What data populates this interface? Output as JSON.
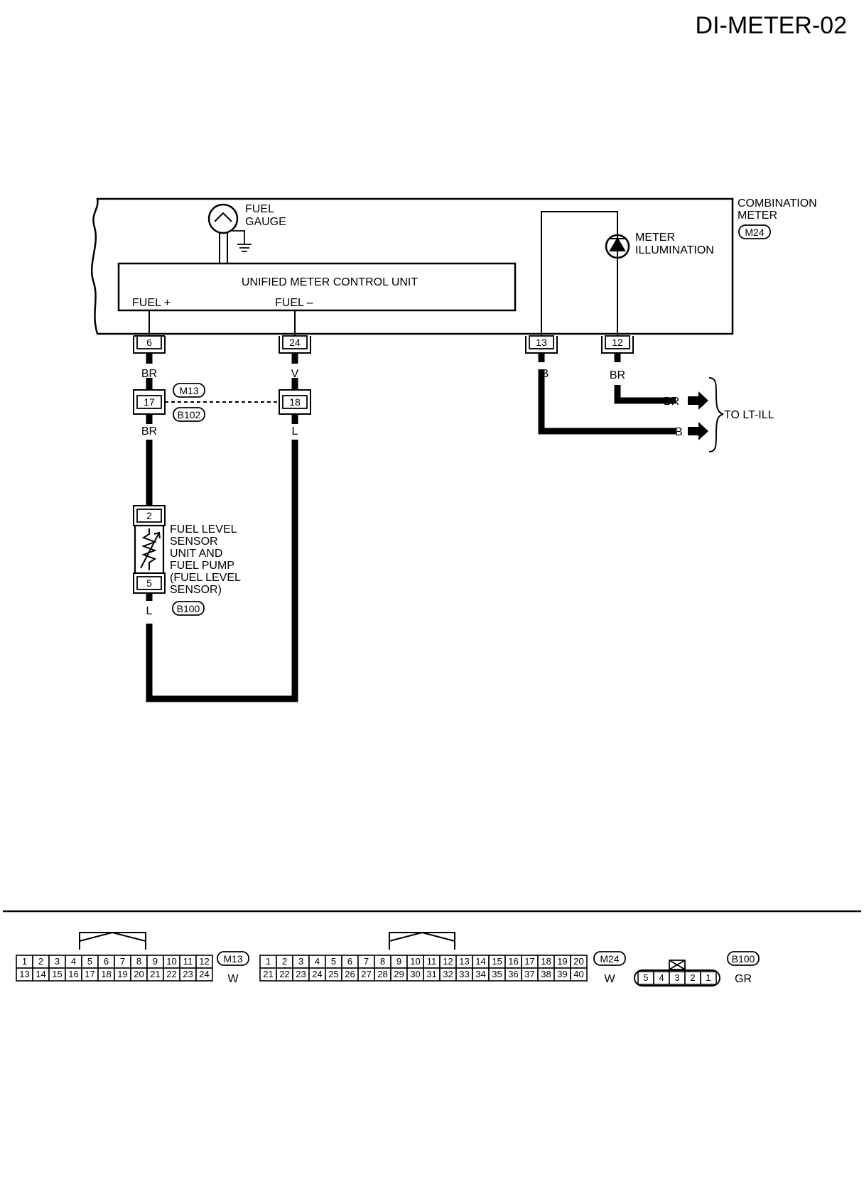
{
  "page_code": "DI-METER-02",
  "combination_meter": {
    "label_line1": "COMBINATION",
    "label_line2": "METER",
    "connector": "M24"
  },
  "fuel_gauge": {
    "line1": "FUEL",
    "line2": "GAUGE"
  },
  "meter_illumination": {
    "line1": "METER",
    "line2": "ILLUMINATION"
  },
  "control_unit": {
    "title": "UNIFIED METER CONTROL UNIT",
    "fuel_plus": "FUEL +",
    "fuel_minus": "FUEL –"
  },
  "terminals": {
    "t6": "6",
    "t24": "24",
    "t13": "13",
    "t12": "12",
    "t17": "17",
    "t18": "18",
    "t2": "2",
    "t5": "5"
  },
  "wires": {
    "w6": "BR",
    "w24": "V",
    "w13": "B",
    "w12": "BR",
    "w17": "BR",
    "w18": "L",
    "w5": "L",
    "out_br": "BR",
    "out_b": "B"
  },
  "inline_connector": {
    "top": "M13",
    "bottom": "B102"
  },
  "sensor": {
    "line1": "FUEL LEVEL",
    "line2": "SENSOR",
    "line3": "UNIT AND",
    "line4": "FUEL PUMP",
    "line5": "(FUEL LEVEL",
    "line6": "SENSOR)",
    "connector": "B100"
  },
  "destination": "TO LT-ILL",
  "connectors": {
    "m13": {
      "id": "M13",
      "color": "W",
      "row1": [
        "1",
        "2",
        "3",
        "4",
        "5",
        "6",
        "7",
        "8",
        "9",
        "10",
        "11",
        "12"
      ],
      "row2": [
        "13",
        "14",
        "15",
        "16",
        "17",
        "18",
        "19",
        "20",
        "21",
        "22",
        "23",
        "24"
      ]
    },
    "m24": {
      "id": "M24",
      "color": "W",
      "row1": [
        "1",
        "2",
        "3",
        "4",
        "5",
        "6",
        "7",
        "8",
        "9",
        "10",
        "11",
        "12",
        "13",
        "14",
        "15",
        "16",
        "17",
        "18",
        "19",
        "20"
      ],
      "row2": [
        "21",
        "22",
        "23",
        "24",
        "25",
        "26",
        "27",
        "28",
        "29",
        "30",
        "31",
        "32",
        "33",
        "34",
        "35",
        "36",
        "37",
        "38",
        "39",
        "40"
      ]
    },
    "b100": {
      "id": "B100",
      "color": "GR",
      "pins": [
        "5",
        "4",
        "3",
        "2",
        "1"
      ]
    }
  }
}
